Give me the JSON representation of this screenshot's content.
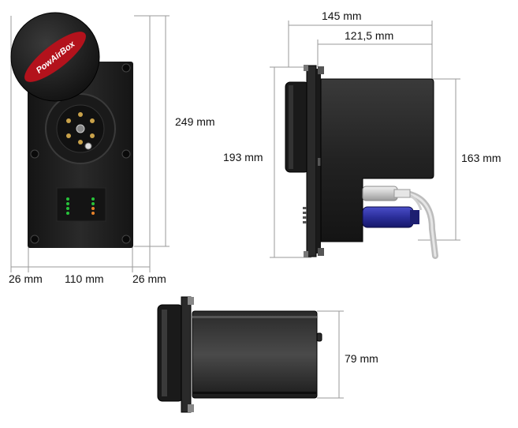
{
  "front_view": {
    "height_label": "249 mm",
    "margin_left_label": "26 mm",
    "width_label": "110 mm",
    "margin_right_label": "26 mm",
    "brand": "PowAirBox"
  },
  "side_view": {
    "overall_width_label": "145 mm",
    "body_width_label": "121,5 mm",
    "overall_height_label": "193 mm",
    "body_height_label": "163 mm"
  },
  "top_view": {
    "depth_label": "79 mm"
  },
  "colors": {
    "housing": "#1e1e1e",
    "housing_shade": "#2c2c2c",
    "cap_red": "#b3121c",
    "blue_sensor": "#2b2e9a",
    "led_green": "#27c23a",
    "led_orange": "#e8822a",
    "brass": "#c9a24a"
  }
}
